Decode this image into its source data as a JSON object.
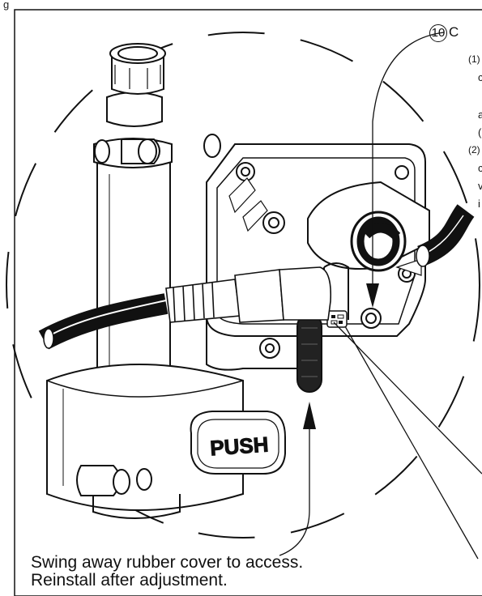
{
  "figure_corner": "g",
  "step": {
    "number": "10",
    "heading_fragment": "C"
  },
  "substeps": {
    "one": "(1)",
    "two": "(2)"
  },
  "clipped_text": {
    "c1": "c",
    "c2": "a",
    "c3": "(",
    "c4": "c",
    "c5": "v",
    "c6": "i"
  },
  "button_label": "PUSH",
  "caption": {
    "line1": "Swing away rubber cover to access.",
    "line2": "Reinstall after adjustment."
  },
  "colors": {
    "ink": "#111111",
    "background": "#ffffff"
  }
}
